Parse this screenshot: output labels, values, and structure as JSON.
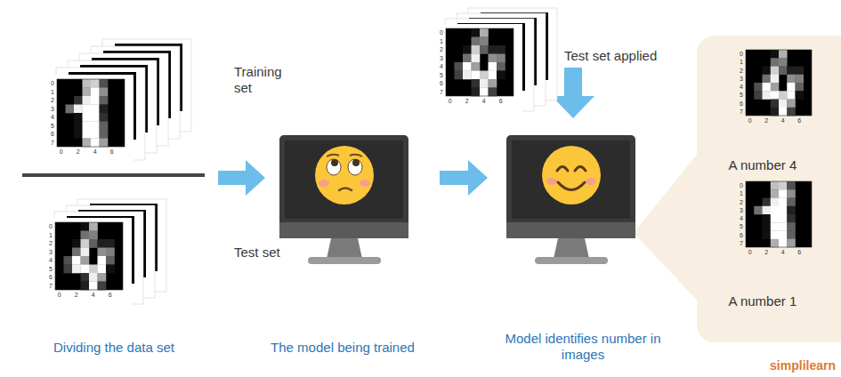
{
  "diagram": {
    "nodes": [
      {
        "text": [
          "A number 4",
          "A number 1"
        ]
      }
    ],
    "labels": [
      "Training set",
      "Test set",
      "Test set applied",
      "Dividing the data set",
      "The model being trained",
      "Model identifies number in images",
      "simplilearn",
      "0",
      "1",
      "2",
      "3",
      "4",
      "5",
      "6",
      "7",
      "0",
      "2",
      "4",
      "6",
      "0",
      "1",
      "2",
      "3",
      "4",
      "5",
      "6",
      "7",
      "0",
      "2",
      "4",
      "6",
      "0",
      "1",
      "2",
      "3",
      "4",
      "5",
      "6",
      "7",
      "0",
      "2",
      "4",
      "6",
      "0",
      "1",
      "2",
      "3",
      "4",
      "5",
      "6",
      "7",
      "0",
      "2",
      "4",
      "6",
      "0",
      "1",
      "2",
      "3",
      "4",
      "5",
      "6",
      "7",
      "0",
      "2",
      "4",
      "6"
    ]
  }
}
